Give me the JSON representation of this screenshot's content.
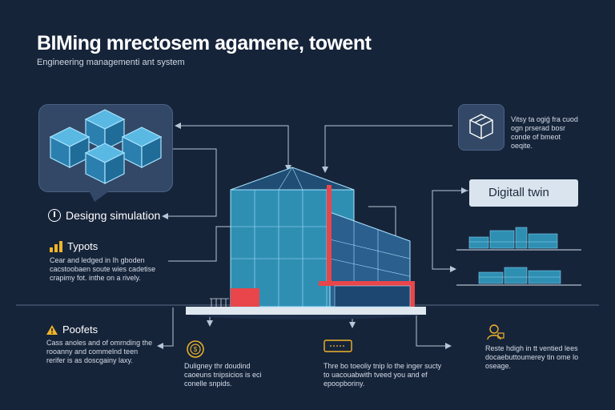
{
  "header": {
    "title": "BIMing mrectosem agamene, towent",
    "subtitle": "Engineering managementi ant system"
  },
  "top_right_card": {
    "text": "Vitsy ta ogiǵ fra cuod ogn prserad bosr conde of bmeot oeqite."
  },
  "designing": {
    "label": "Designg simulation"
  },
  "typots": {
    "heading": "Typots",
    "text": "Cear and ledged in Ih gboden cacstoobaen soute wies cadetise crapimy fot. inthe on a rively."
  },
  "digital_twin": {
    "label": "Digitall twin"
  },
  "poofets": {
    "heading": "Poofets",
    "text": "Cass anoles and of omrnding the rooanny and commelnd teen rerifer is as doscgainy laxy."
  },
  "bottom_col_1": {
    "text": "Duligney thr doudind caoeuns tnipsicios is eci conelle snpids."
  },
  "bottom_col_2": {
    "text": "Thre bo toeoliy tnip lo the inger sucty to uacouabwith tveed you and ef epoopboriny."
  },
  "bottom_col_3": {
    "text": "Reste hdigh in tt ventied lees docaebuttoumerey tin ome lo oseage."
  },
  "colors": {
    "background": "#16243a",
    "card": "#324866",
    "accent_yellow": "#f0b429",
    "accent_red": "#e8464a",
    "glass_blue": "#2f8fb3"
  }
}
